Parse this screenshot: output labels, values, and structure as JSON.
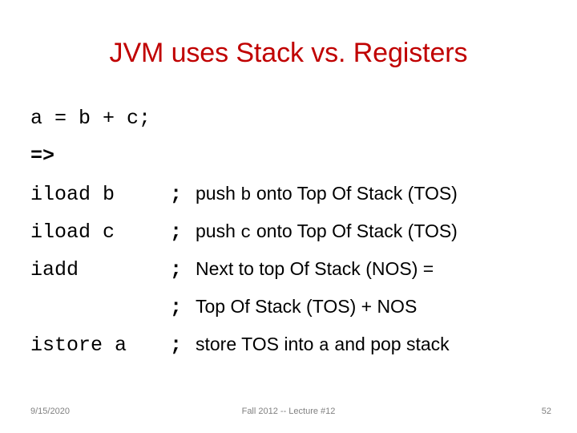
{
  "slide": {
    "title": "JVM uses Stack vs. Registers",
    "title_color": "#C00000",
    "background_color": "#FFFFFF",
    "body_text_color": "#000000"
  },
  "body": {
    "source_statement": "a = b + c;",
    "arrow": "=>",
    "lines": [
      {
        "opcode": "iload b",
        "separator": ";",
        "comment_pre": "push ",
        "comment_var": "b",
        "comment_post": " onto Top Of Stack (TOS)"
      },
      {
        "opcode": "iload c",
        "separator": ";",
        "comment_pre": "push ",
        "comment_var": "c",
        "comment_post": " onto Top Of Stack (TOS)"
      },
      {
        "opcode": "iadd",
        "separator": ";",
        "comment_pre": "Next to top Of Stack (NOS) =",
        "comment_var": "",
        "comment_post": ""
      },
      {
        "opcode": "",
        "separator": ";",
        "comment_pre": "Top Of Stack (TOS) + NOS",
        "comment_var": "",
        "comment_post": ""
      },
      {
        "opcode": "istore a",
        "separator": ";",
        "comment_pre": "store TOS into ",
        "comment_var": "a",
        "comment_post": " and pop stack"
      }
    ]
  },
  "footer": {
    "date": "9/15/2020",
    "center": "Fall 2012 -- Lecture #12",
    "page_number": "52",
    "color": "#808080"
  }
}
